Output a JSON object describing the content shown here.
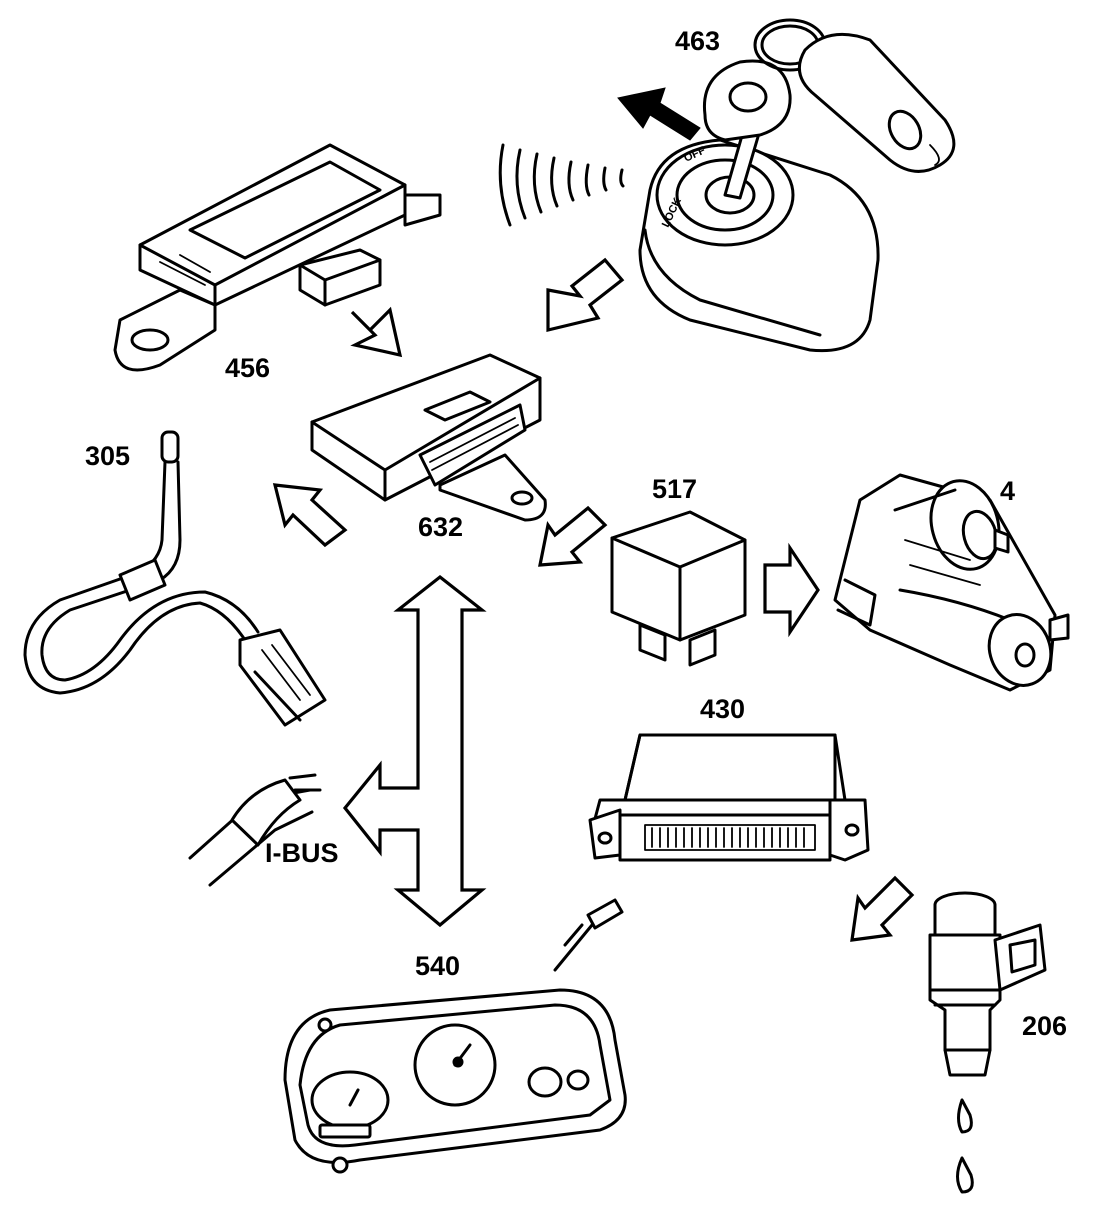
{
  "labels": {
    "key_transponder": "463",
    "security_module": "456",
    "sensor": "305",
    "immobiliser_ecu": "632",
    "relay": "517",
    "starter_motor": "4",
    "engine_ecu": "430",
    "ibus": "I-BUS",
    "instrument_cluster": "540",
    "injector": "206"
  },
  "ignition_switch_text": {
    "lock": "LOCK",
    "off": "OFF"
  }
}
